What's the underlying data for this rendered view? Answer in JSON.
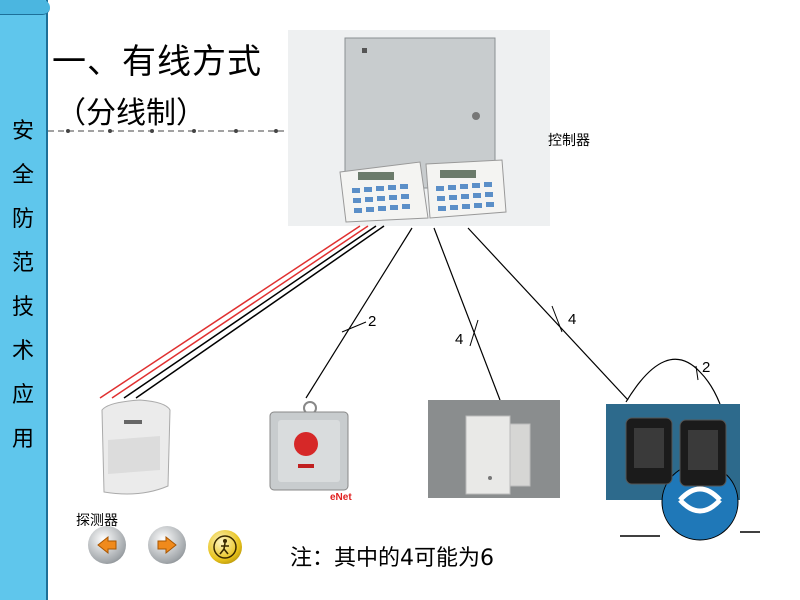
{
  "sidebar": {
    "chars": [
      "安",
      "全",
      "防",
      "范",
      "技",
      "术",
      "应",
      "用"
    ]
  },
  "title": {
    "line1": "一、有线方式",
    "line2": "（分线制）"
  },
  "labels": {
    "controller": "控制器",
    "detector": "探测器",
    "note": "注：其中的4可能为6",
    "enet_logo": "eNet"
  },
  "wire_counts": {
    "a": "2",
    "b": "4",
    "c": "4",
    "d": "2"
  },
  "colors": {
    "sidebar": "#5fc6ec",
    "red_wire": "#e03030",
    "wire": "#000000"
  },
  "nav": {
    "prev": "prev-button",
    "next": "next-button",
    "home": "home-button"
  }
}
